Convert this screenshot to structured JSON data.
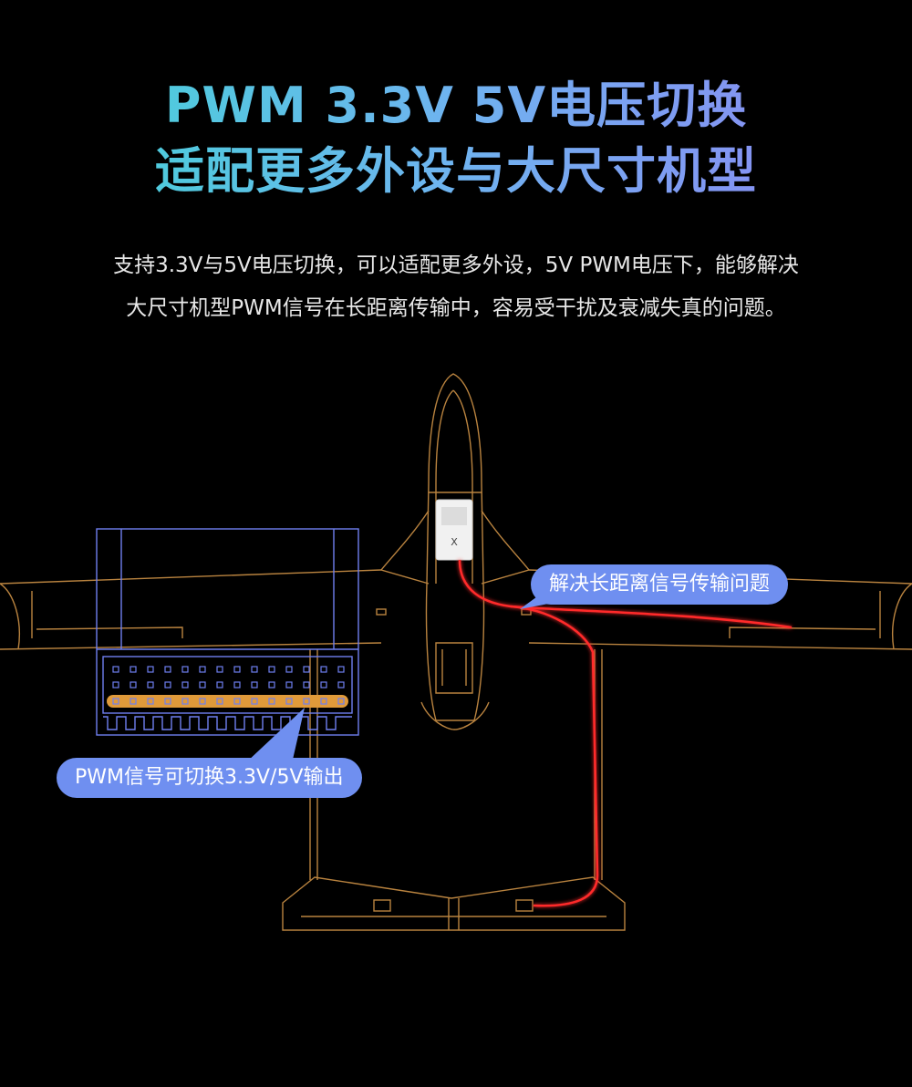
{
  "headline": {
    "line1": "PWM 3.3V 5V电压切换",
    "line2": "适配更多外设与大尺寸机型"
  },
  "description": {
    "line1": "支持3.3V与5V电压切换，可以适配更多外设，5V PWM电压下，能够解决",
    "line2": "大尺寸机型PWM信号在长距离传输中，容易受干扰及衰减失真的问题。"
  },
  "callouts": {
    "signal": "解决长距离信号传输问题",
    "pwm": "PWM信号可切换3.3V/5V输出"
  },
  "module_marks": {
    "label": "X"
  },
  "colors": {
    "gradient_start": "#3fd6d4",
    "gradient_end": "#8f84f4",
    "airframe_outline": "#b9833f",
    "connector_outline": "#6f7ff0",
    "pin_strip": "#e09a3a",
    "cable": "#ff2a2a",
    "callout_bg": "#6f8ff0"
  }
}
